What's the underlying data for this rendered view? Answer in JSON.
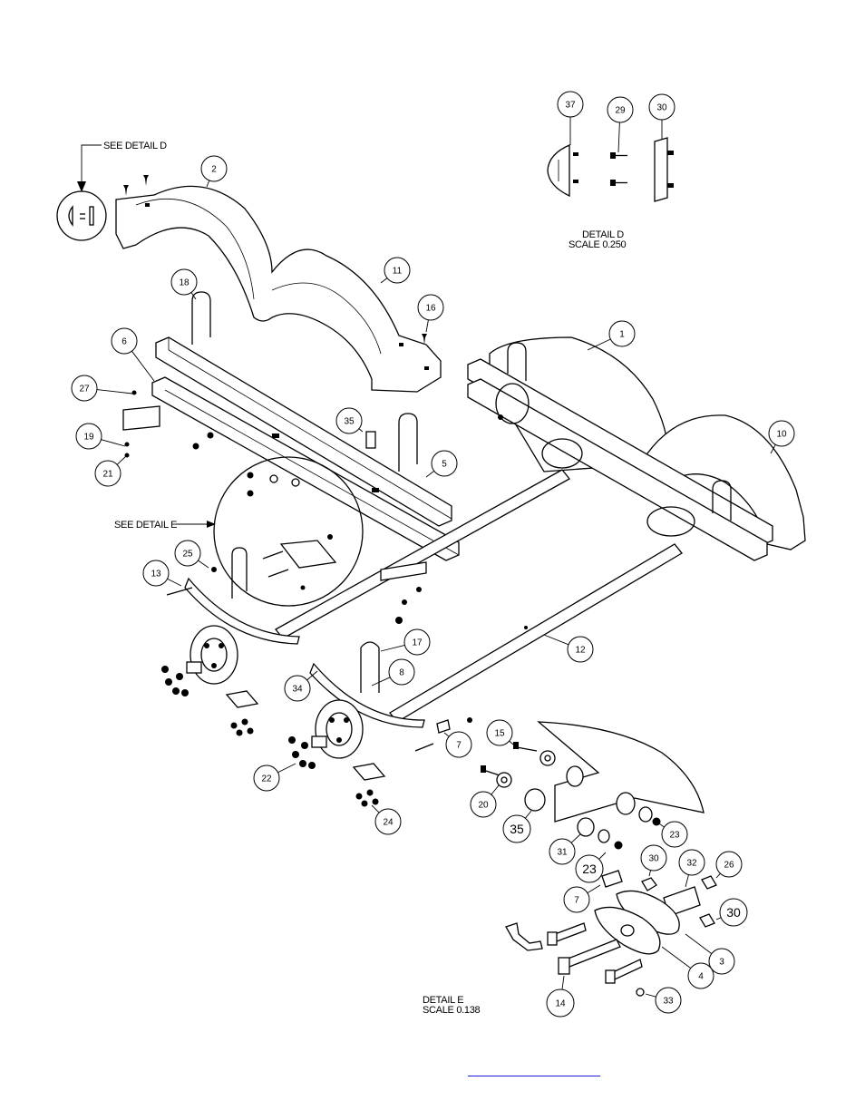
{
  "detail_d": {
    "see_label": "SEE DETAIL  D",
    "title": "DETAIL  D",
    "scale": "SCALE  0.250"
  },
  "detail_e": {
    "see_label": "SEE DETAIL  E",
    "title": "DETAIL  E",
    "scale": "SCALE  0.138"
  },
  "callouts": [
    "37",
    "29",
    "30",
    "2",
    "11",
    "18",
    "16",
    "6",
    "27",
    "1",
    "10",
    "35",
    "5",
    "19",
    "21",
    "25",
    "13",
    "12",
    "17",
    "8",
    "34",
    "7",
    "15",
    "22",
    "20",
    "35",
    "24",
    "23",
    "31",
    "23",
    "30",
    "32",
    "26",
    "7",
    "30",
    "3",
    "4",
    "14",
    "33"
  ],
  "footer_link": "",
  "colors": {
    "ink": "#000000",
    "link": "#1a1adb",
    "paper": "#ffffff"
  }
}
